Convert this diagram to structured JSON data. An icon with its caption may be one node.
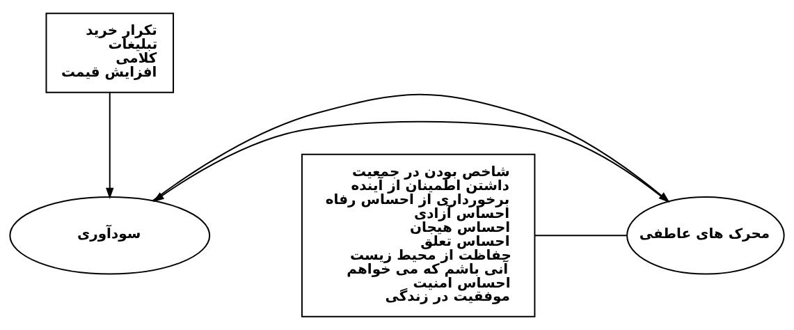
{
  "diagram": {
    "nodes": [
      {
        "text": [
          "تکرار خرید",
          "تبلیغات",
          "کلامی",
          "افزایش قیمت"
        ]
      },
      {
        "text": [
          "سودآوری"
        ]
      },
      {
        "text": [
          "محرک های عاطفی"
        ]
      },
      {
        "text": [
          "شاخص بودن در جمعیت",
          "داشتن اطمینان از آینده",
          "برخورداری از احساس رفاه",
          "احساس آزادی",
          "احساس هیجان",
          "احساس تعلق",
          "حفاظت از محیط زیست",
          "آنی باشم که می خواهم",
          "احساس امنیت",
          "موفقیت در زندگی"
        ]
      }
    ],
    "edges": [
      {
        "from": 0,
        "to": 1,
        "arrow": "to"
      },
      {
        "from": 2,
        "to": 1,
        "arrow": "to"
      },
      {
        "from": 1,
        "to": 2,
        "arrow": "to"
      },
      {
        "from": 3,
        "to": 2,
        "arrow": "none"
      }
    ]
  }
}
